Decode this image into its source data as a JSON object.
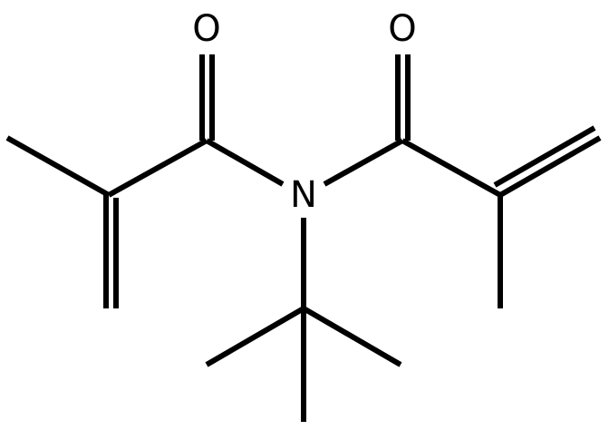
{
  "molecule": {
    "atoms": {
      "O1": "O",
      "O2": "O",
      "N": "N"
    },
    "bond_color": "#000000",
    "background": "#ffffff"
  }
}
